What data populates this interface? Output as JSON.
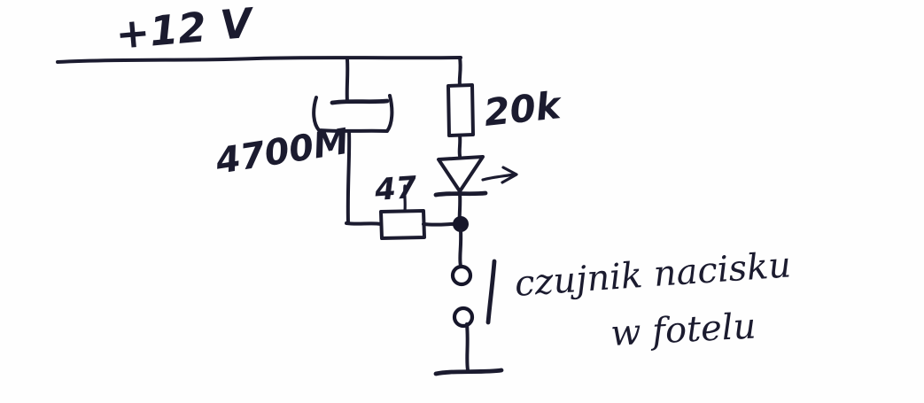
{
  "document": {
    "kind": "hand-drawn schematic",
    "title": "czujnik nacisku w fotelu",
    "ink_color": "#1b1b2f",
    "paper_color": "#fefefe"
  },
  "labels": {
    "supply": "+12 V",
    "capacitor": "4700Μ",
    "resistor_series": "20k",
    "resistor_shunt": "47",
    "note_line1": "czujnik nacisku",
    "note_line2": "w fotelu"
  },
  "components": [
    {
      "id": "supply-rail",
      "type": "wire",
      "name": "positive-supply-rail",
      "label": "+12 V"
    },
    {
      "id": "c1",
      "type": "capacitor-electrolytic",
      "name": "filter-capacitor",
      "label": "4700Μ"
    },
    {
      "id": "r1",
      "type": "resistor",
      "name": "led-series-resistor",
      "label": "20k"
    },
    {
      "id": "r2",
      "type": "resistor",
      "name": "shunt-resistor",
      "label": "47"
    },
    {
      "id": "d1",
      "type": "led",
      "name": "indicator-led",
      "label": ""
    },
    {
      "id": "j1",
      "type": "junction",
      "name": "node-junction",
      "label": ""
    },
    {
      "id": "t1",
      "type": "terminal",
      "name": "sensor-terminal-upper",
      "label": ""
    },
    {
      "id": "t2",
      "type": "terminal",
      "name": "sensor-terminal-lower",
      "label": ""
    },
    {
      "id": "gnd",
      "type": "ground",
      "name": "ground-symbol",
      "label": ""
    }
  ]
}
